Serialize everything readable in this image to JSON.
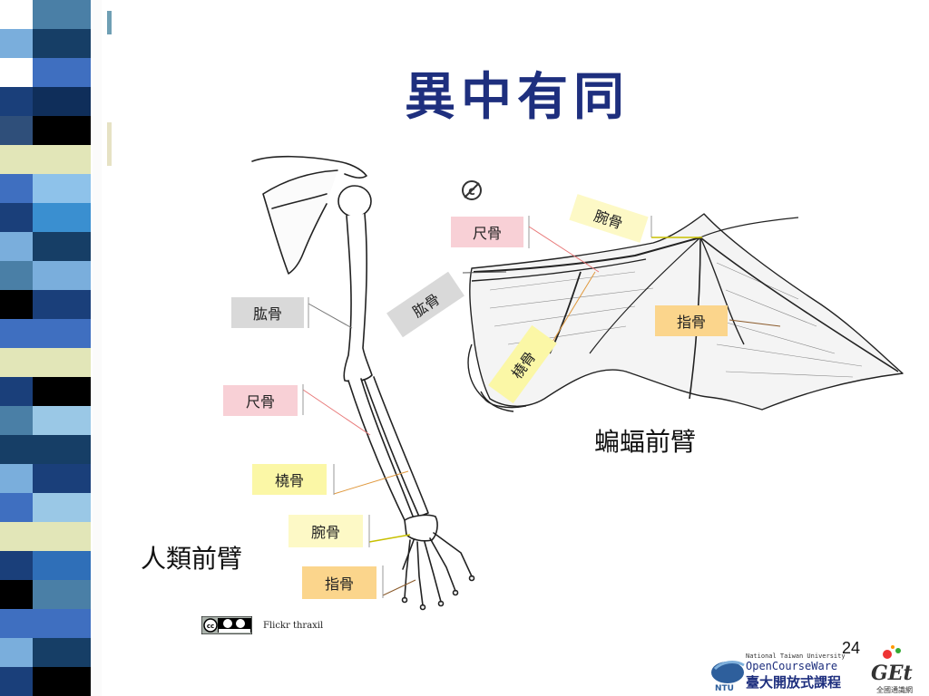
{
  "slide": {
    "title": "異中有同",
    "page_number": "24",
    "credit": "Flickr thraxil",
    "cc_badge": "cc-by-sa"
  },
  "human_arm": {
    "caption": "人類前臂",
    "labels": {
      "humerus": "肱骨",
      "ulna": "尺骨",
      "radius": "橈骨",
      "carpals": "腕骨",
      "phalanges": "指骨"
    }
  },
  "bat_wing": {
    "caption": "蝙蝠前臂",
    "labels": {
      "carpals": "腕骨",
      "ulna": "尺骨",
      "humerus": "肱骨",
      "phalanges": "指骨",
      "radius": "橈骨"
    }
  },
  "colors": {
    "title": "#1e2f7e",
    "humerus": "#d9d9d9",
    "ulna": "#f8d0d6",
    "radius": "#fbf7a6",
    "carpals": "#fdf9c6",
    "phalanges": "#fbd58c"
  },
  "footer": {
    "university": "National Taiwan University",
    "ocw": "OpenCourseWare",
    "ocw_cn": "臺大開放式課程",
    "get_logo": "GEt",
    "get_sub": "全國通識網"
  }
}
